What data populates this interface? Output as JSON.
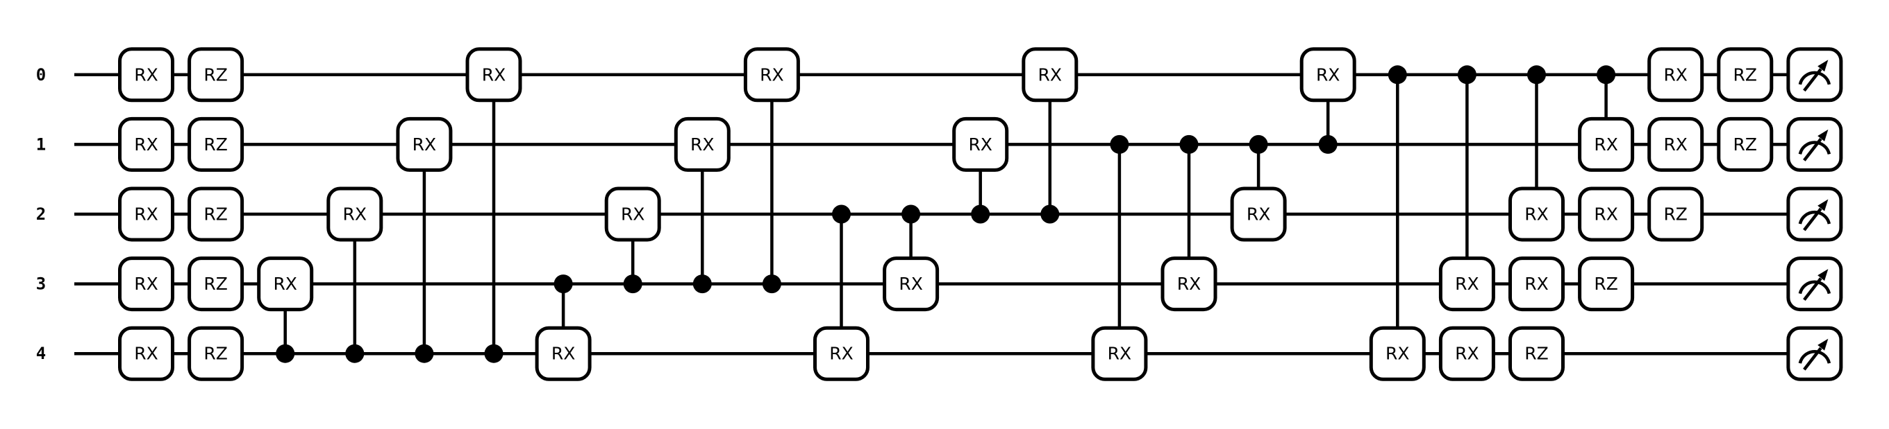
{
  "diagram": {
    "type": "quantum-circuit",
    "colors": {
      "background": "#ffffff",
      "stroke": "#000000",
      "gate_fill": "#ffffff",
      "text": "#000000"
    },
    "wires": [
      {
        "label": "0"
      },
      {
        "label": "1"
      },
      {
        "label": "2"
      },
      {
        "label": "3"
      },
      {
        "label": "4"
      }
    ],
    "gate_labels": {
      "rx": "RX",
      "rz": "RZ"
    },
    "measure_icon": "gauge-arrow-icon",
    "columns": [
      {
        "items": [
          {
            "kind": "box",
            "gate": "rx",
            "wire": 0
          },
          {
            "kind": "box",
            "gate": "rx",
            "wire": 1
          },
          {
            "kind": "box",
            "gate": "rx",
            "wire": 2
          },
          {
            "kind": "box",
            "gate": "rx",
            "wire": 3
          },
          {
            "kind": "box",
            "gate": "rx",
            "wire": 4
          }
        ]
      },
      {
        "items": [
          {
            "kind": "box",
            "gate": "rz",
            "wire": 0
          },
          {
            "kind": "box",
            "gate": "rz",
            "wire": 1
          },
          {
            "kind": "box",
            "gate": "rz",
            "wire": 2
          },
          {
            "kind": "box",
            "gate": "rz",
            "wire": 3
          },
          {
            "kind": "box",
            "gate": "rz",
            "wire": 4
          }
        ]
      },
      {
        "items": [
          {
            "kind": "crx",
            "control": 4,
            "target": 3
          }
        ]
      },
      {
        "items": [
          {
            "kind": "crx",
            "control": 4,
            "target": 2
          }
        ]
      },
      {
        "items": [
          {
            "kind": "crx",
            "control": 4,
            "target": 1
          }
        ]
      },
      {
        "items": [
          {
            "kind": "crx",
            "control": 4,
            "target": 0
          }
        ]
      },
      {
        "items": [
          {
            "kind": "crx",
            "control": 3,
            "target": 4
          }
        ]
      },
      {
        "items": [
          {
            "kind": "crx",
            "control": 3,
            "target": 2
          }
        ]
      },
      {
        "items": [
          {
            "kind": "crx",
            "control": 3,
            "target": 1
          }
        ]
      },
      {
        "items": [
          {
            "kind": "crx",
            "control": 3,
            "target": 0
          }
        ]
      },
      {
        "items": [
          {
            "kind": "crx",
            "control": 2,
            "target": 4
          }
        ]
      },
      {
        "items": [
          {
            "kind": "crx",
            "control": 2,
            "target": 3
          }
        ]
      },
      {
        "items": [
          {
            "kind": "crx",
            "control": 2,
            "target": 1
          }
        ]
      },
      {
        "items": [
          {
            "kind": "crx",
            "control": 2,
            "target": 0
          }
        ]
      },
      {
        "items": [
          {
            "kind": "crx",
            "control": 1,
            "target": 4
          }
        ]
      },
      {
        "items": [
          {
            "kind": "crx",
            "control": 1,
            "target": 3
          }
        ]
      },
      {
        "items": [
          {
            "kind": "crx",
            "control": 1,
            "target": 2
          }
        ]
      },
      {
        "items": [
          {
            "kind": "crx",
            "control": 1,
            "target": 0
          }
        ]
      },
      {
        "items": [
          {
            "kind": "crx",
            "control": 0,
            "target": 4
          }
        ]
      },
      {
        "items": [
          {
            "kind": "crx",
            "control": 0,
            "target": 3
          },
          {
            "kind": "box",
            "gate": "rx",
            "wire": 4
          }
        ]
      },
      {
        "items": [
          {
            "kind": "crx",
            "control": 0,
            "target": 2
          },
          {
            "kind": "box",
            "gate": "rx",
            "wire": 3
          },
          {
            "kind": "box",
            "gate": "rz",
            "wire": 4
          }
        ]
      },
      {
        "items": [
          {
            "kind": "crx",
            "control": 0,
            "target": 1
          },
          {
            "kind": "box",
            "gate": "rx",
            "wire": 2
          },
          {
            "kind": "box",
            "gate": "rz",
            "wire": 3
          }
        ]
      },
      {
        "items": [
          {
            "kind": "box",
            "gate": "rx",
            "wire": 0
          },
          {
            "kind": "box",
            "gate": "rx",
            "wire": 1
          },
          {
            "kind": "box",
            "gate": "rz",
            "wire": 2
          }
        ]
      },
      {
        "items": [
          {
            "kind": "box",
            "gate": "rz",
            "wire": 0
          },
          {
            "kind": "box",
            "gate": "rz",
            "wire": 1
          }
        ]
      },
      {
        "items": [
          {
            "kind": "measure",
            "wire": 0
          },
          {
            "kind": "measure",
            "wire": 1
          },
          {
            "kind": "measure",
            "wire": 2
          },
          {
            "kind": "measure",
            "wire": 3
          },
          {
            "kind": "measure",
            "wire": 4
          }
        ]
      }
    ]
  }
}
